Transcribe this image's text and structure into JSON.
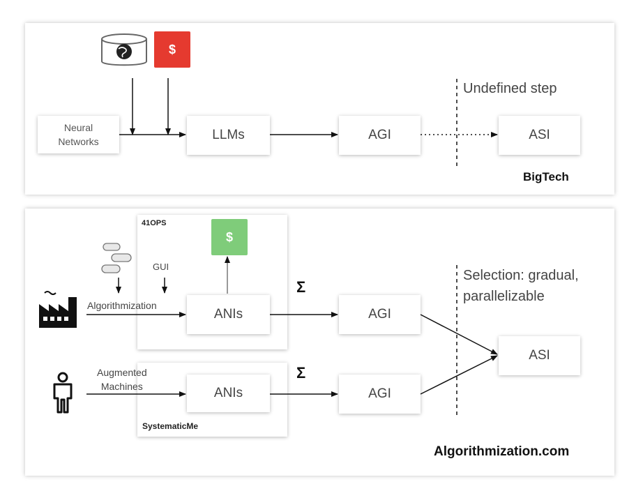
{
  "top": {
    "source_label": "Neural\nNetworks",
    "llms": "LLMs",
    "agi": "AGI",
    "asi": "ASI",
    "undefined_step": "Undefined step",
    "brand": "BigTech",
    "dollar": "$"
  },
  "bottom": {
    "container1_title": "41OPS",
    "container2_title": "SystematicMe",
    "gui": "GUI",
    "algorithmization": "Algorithmization",
    "augmented": "Augmented\nMachines",
    "anis1": "ANIs",
    "anis2": "ANIs",
    "agi1": "AGI",
    "agi2": "AGI",
    "asi": "ASI",
    "sigma1": "Σ",
    "sigma2": "Σ",
    "selection": "Selection: gradual,\nparallelizable",
    "brand": "Algorithmization.com",
    "dollar": "$"
  },
  "colors": {
    "dollar_red": "#e53a2f",
    "dollar_green": "#7fcc7a"
  },
  "icons": [
    "database-globe-icon",
    "dollar-icon",
    "database-stack-icon",
    "factory-icon",
    "person-icon"
  ]
}
